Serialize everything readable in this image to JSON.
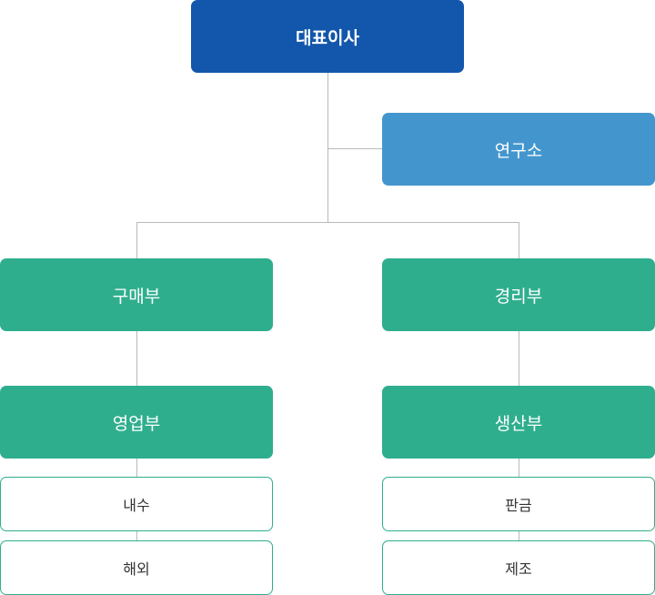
{
  "org_chart": {
    "ceo": "대표이사",
    "research": "연구소",
    "purchasing": "구매부",
    "accounting": "경리부",
    "sales": "영업부",
    "production": "생산부",
    "sales_units": [
      "내수",
      "해외"
    ],
    "production_units": [
      "판금",
      "제조"
    ]
  },
  "colors": {
    "ceo": "#1257ab",
    "research": "#4396cd",
    "department": "#2fae8e",
    "subunit_border": "#2fae8e",
    "connector": "#b9b9b9"
  }
}
